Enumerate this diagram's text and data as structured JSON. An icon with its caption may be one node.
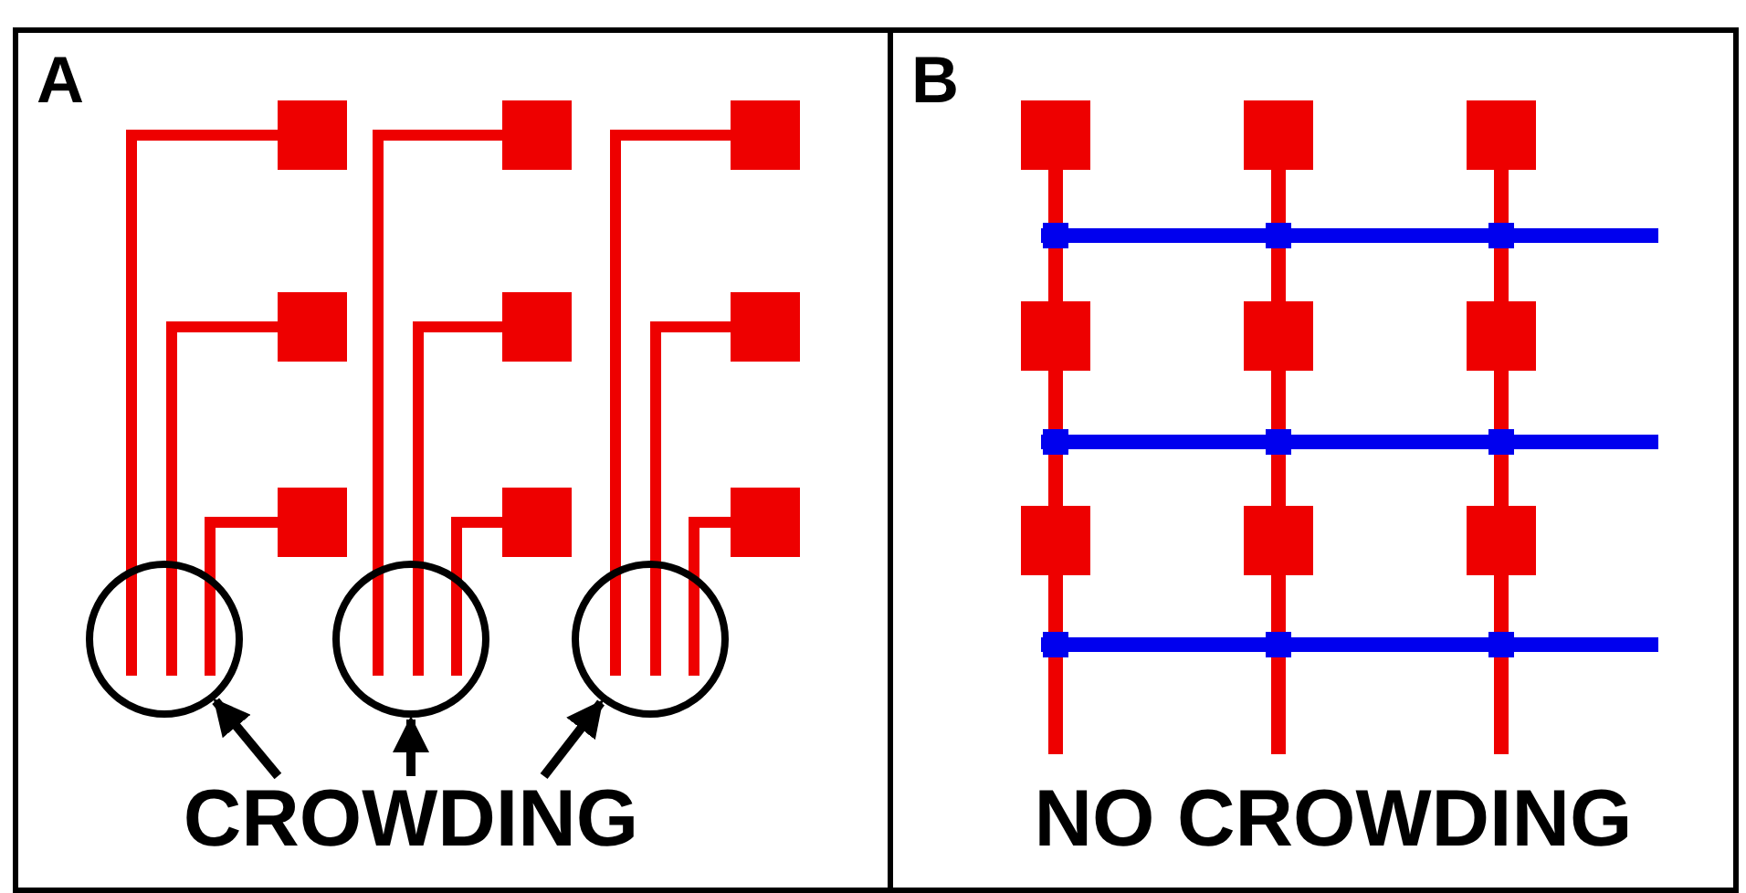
{
  "diagram": {
    "nodes": [
      {
        "text": [
          "A"
        ]
      },
      {
        "text": [
          "B"
        ]
      },
      {
        "text": [],
        "shape": "circle",
        "in": 0
      },
      {
        "text": [],
        "shape": "circle",
        "in": 0
      },
      {
        "text": [],
        "shape": "circle",
        "in": 0
      },
      {
        "text": [
          "CROWDING"
        ],
        "in": 0
      }
    ],
    "edges": [
      {
        "from": 5,
        "to": 2,
        "arrow": "to"
      },
      {
        "from": 5,
        "to": 3,
        "arrow": "to"
      },
      {
        "from": 5,
        "to": 4,
        "arrow": "to"
      }
    ],
    "labels": [
      "NO CROWDING"
    ]
  }
}
